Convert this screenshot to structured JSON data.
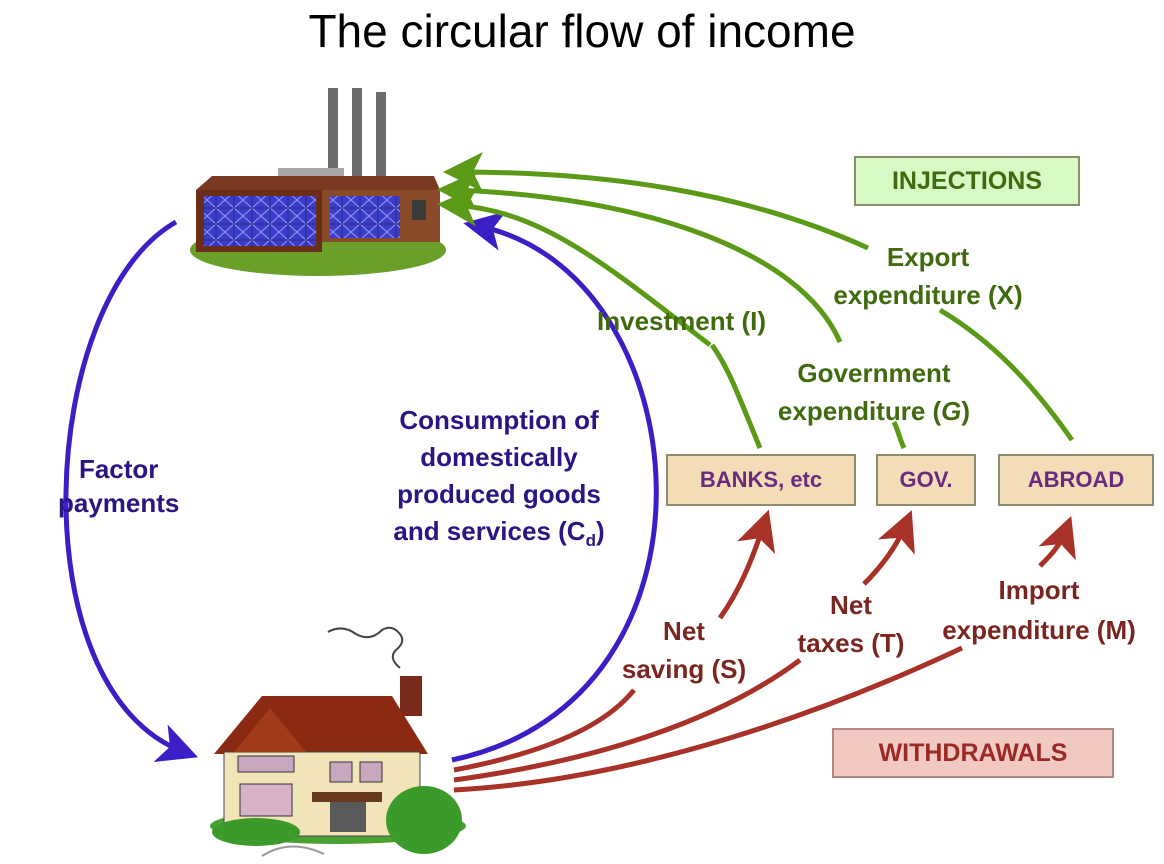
{
  "title": "The circular flow of income",
  "labels": {
    "factor_line1": "Factor",
    "factor_line2": "payments",
    "consumption_line1": "Consumption of",
    "consumption_line2": "domestically",
    "consumption_line3": "produced goods",
    "consumption_line4": "and services (C",
    "consumption_sub": "d",
    "consumption_close": ")",
    "investment": "Investment (I)",
    "government_line1": "Government",
    "government_line2": "expenditure (",
    "government_g": "G",
    "government_close": ")",
    "export_line1": "Export",
    "export_line2": "expenditure (X)",
    "saving_line1": "Net",
    "saving_line2": "saving (S)",
    "taxes_line1": "Net",
    "taxes_line2": "taxes (T)",
    "import_line1": "Import",
    "import_line2": "expenditure (M)"
  },
  "boxes": {
    "injections": "INJECTIONS",
    "withdrawals": "WITHDRAWALS",
    "banks": "BANKS, etc",
    "gov": "GOV.",
    "abroad": "ABROAD"
  },
  "colors": {
    "factor_flow": "#3a1fc6",
    "injection_flow": "#5a9a16",
    "withdrawal_flow": "#a83228"
  },
  "icons": {
    "firms": "factory-icon",
    "households": "house-icon"
  }
}
